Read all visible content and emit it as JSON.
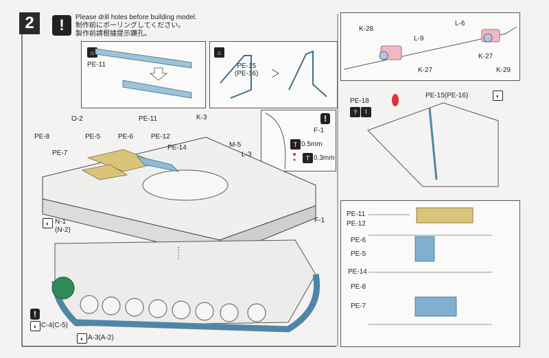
{
  "step": {
    "number": "2",
    "warning_symbol": "!"
  },
  "notes": [
    "Please drill holes before building model.",
    "制作前にボーリングしてください。",
    "製作前請根據提示鑽孔。"
  ],
  "inset_pe11": {
    "label": "PE-11"
  },
  "inset_pe15": {
    "label1": "PE-15",
    "label2": "(PE-16)"
  },
  "drill_inset": {
    "warning": "!",
    "part": "F-1",
    "hole1": "0.5mm",
    "hole2": "0.3mm"
  },
  "top_right": {
    "k28": "K-28",
    "l9": "L-9",
    "k27a": "K-27",
    "l6": "L-6",
    "k27b": "K-27",
    "k29": "K-29"
  },
  "mid_right": {
    "pe18": "PE-18",
    "pe15": "PE-15(PE-16)"
  },
  "main_labels": {
    "o2": "O-2",
    "pe11": "PE-11",
    "pe5": "PE-5",
    "pe6": "PE-6",
    "pe8": "PE-8",
    "pe7": "PE-7",
    "pe12": "PE-12",
    "pe14": "PE-14",
    "k3": "K-3",
    "m5": "M-5",
    "l3": "L-3",
    "f1": "F-1",
    "n1": "N-1",
    "n2": "(N-2)",
    "c4": "C-4(C-5)",
    "a3": "A-3(A-2)"
  },
  "detail_labels": [
    "PE-11",
    "PE-12",
    "PE-6",
    "PE-5",
    "PE-14",
    "PE-8",
    "PE-7"
  ]
}
